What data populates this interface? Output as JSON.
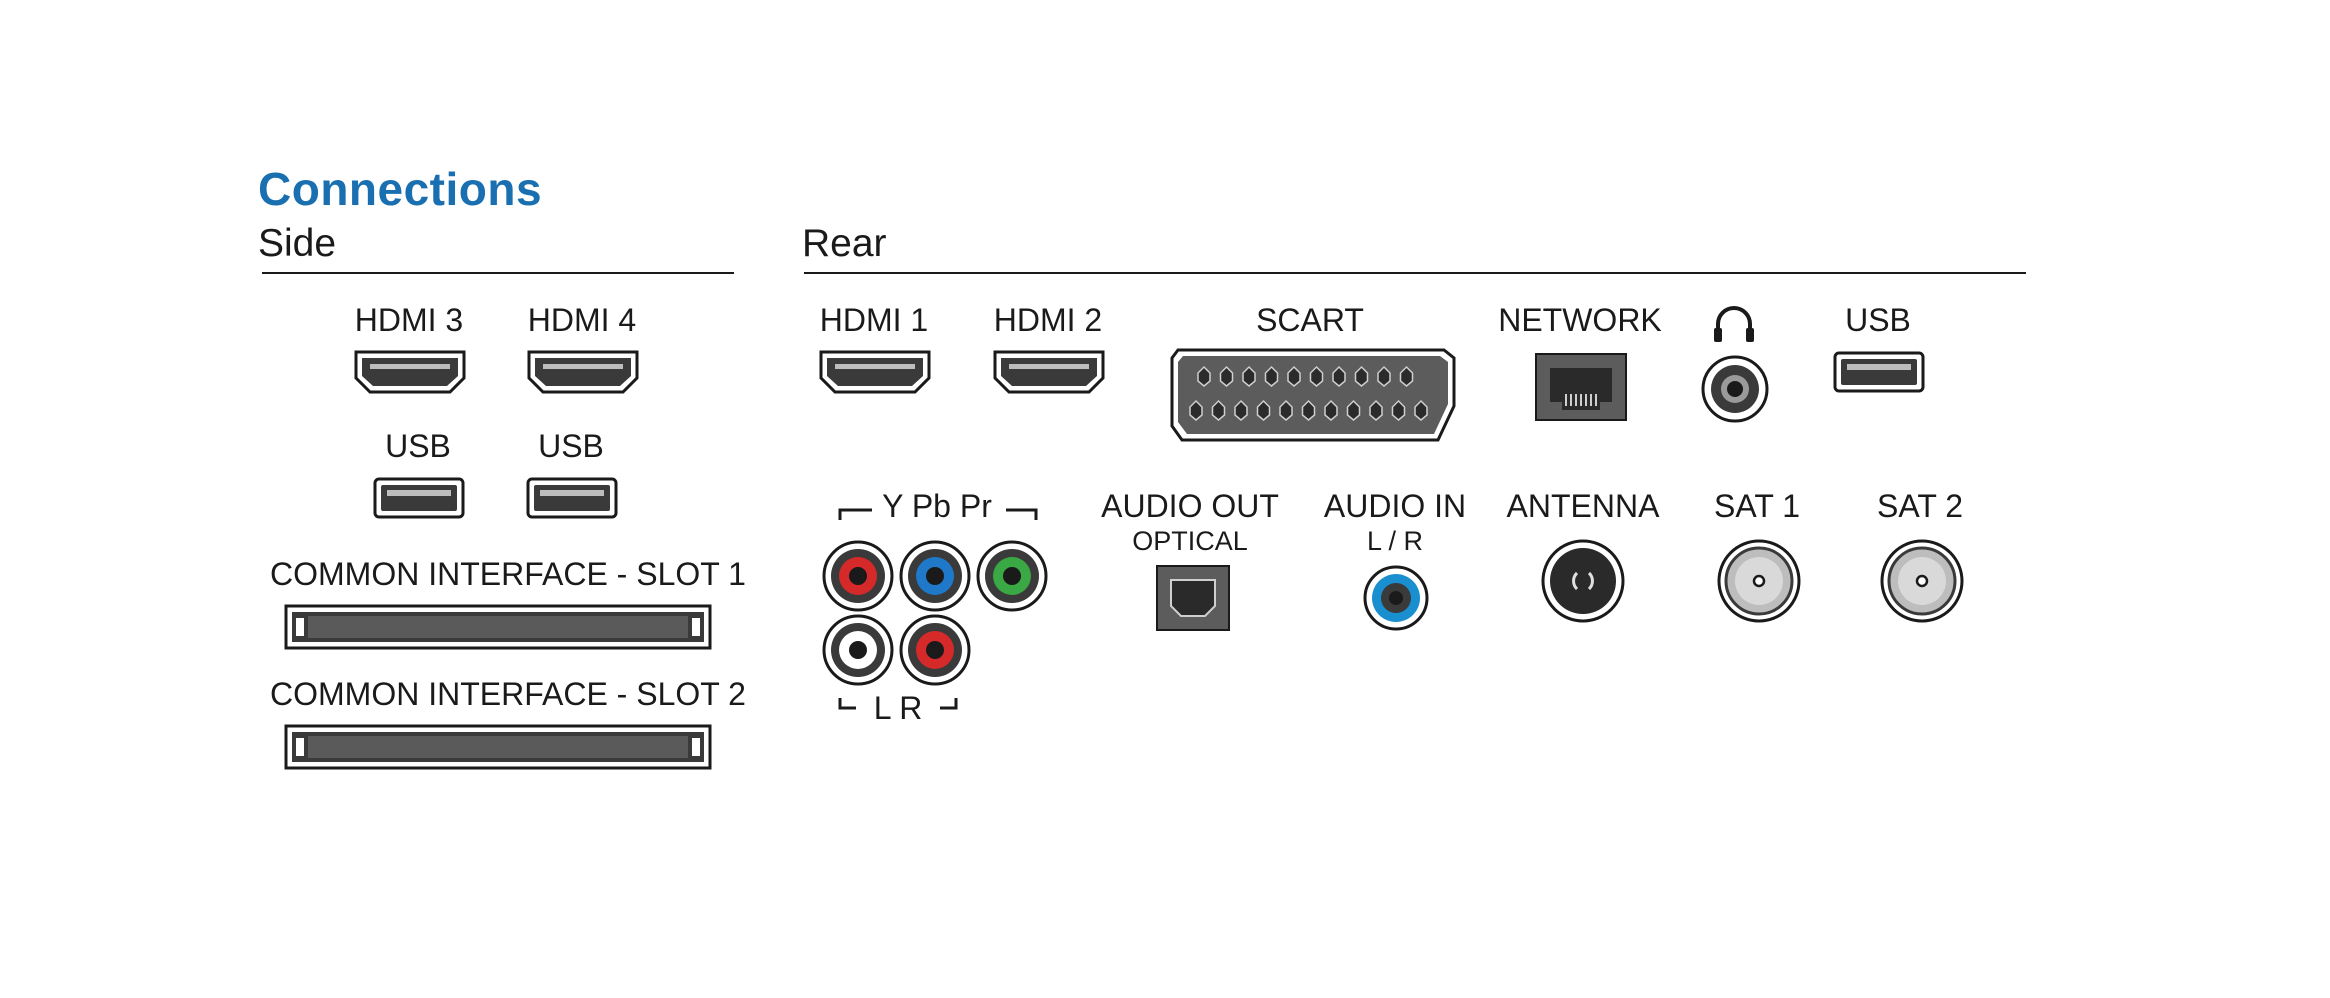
{
  "title": "Connections",
  "side": {
    "heading": "Side",
    "hdmi3": "HDMI 3",
    "hdmi4": "HDMI 4",
    "usb_a": "USB",
    "usb_b": "USB",
    "ci_slot1": "COMMON INTERFACE - SLOT 1",
    "ci_slot2": "COMMON INTERFACE - SLOT 2"
  },
  "rear": {
    "heading": "Rear",
    "hdmi1": "HDMI 1",
    "hdmi2": "HDMI 2",
    "scart": "SCART",
    "network": "NETWORK",
    "headphone_icon": "headphone-icon",
    "usb": "USB",
    "component": "Y Pb Pr",
    "audio_lr": "L R",
    "audio_out": "AUDIO OUT",
    "audio_out_sub": "OPTICAL",
    "audio_in": "AUDIO IN",
    "audio_in_sub": "L / R",
    "antenna": "ANTENNA",
    "sat1": "SAT 1",
    "sat2": "SAT 2"
  },
  "colors": {
    "title": "#1a6fb0",
    "port_dark": "#3a3a3a",
    "rca_red": "#d62a2a",
    "rca_blue": "#1f78c8",
    "rca_green": "#3aa845",
    "rca_white": "#ffffff",
    "audio_in_blue": "#1a8fd0"
  }
}
